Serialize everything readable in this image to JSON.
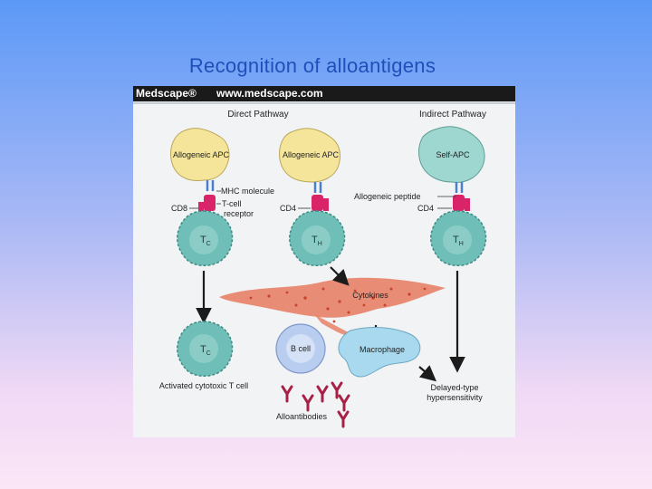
{
  "slide": {
    "title": "Recognition of alloantigens"
  },
  "banner": {
    "brand": "Medscape®",
    "url": "www.medscape.com"
  },
  "figure": {
    "headers": {
      "direct": "Direct Pathway",
      "indirect": "Indirect Pathway"
    },
    "apc": {
      "allo1": "Allogeneic APC",
      "allo2": "Allogeneic APC",
      "self": "Self-APC"
    },
    "labels": {
      "mhc": "MHC molecule",
      "tcr_line1": "T-cell",
      "tcr_line2": "receptor",
      "cd8": "CD8",
      "cd4_direct": "CD4",
      "cd4_indirect": "CD4",
      "peptide": "Allogeneic peptide",
      "cytokines": "Cytokines",
      "bcell": "B cell",
      "macrophage": "Macrophage",
      "activated": "Activated cytotoxic T cell",
      "alloantibodies": "Alloantibodies",
      "dth_line1": "Delayed-type",
      "dth_line2": "hypersensitivity"
    },
    "cells": {
      "tc_main": "T",
      "tc_sub": "C",
      "th1_main": "T",
      "th1_sub": "H",
      "th2_main": "T",
      "th2_sub": "H",
      "tc_act_main": "T",
      "tc_act_sub": "C"
    },
    "colors": {
      "apc_allo": "#f5e59a",
      "apc_self": "#9ed7cf",
      "tcell": "#6fbfb8",
      "bcell": "#b9cdf0",
      "macrophage": "#a9d9ee",
      "receptor": "#d9246a",
      "cytokine": "#d9604a",
      "antibody": "#a82046"
    }
  }
}
